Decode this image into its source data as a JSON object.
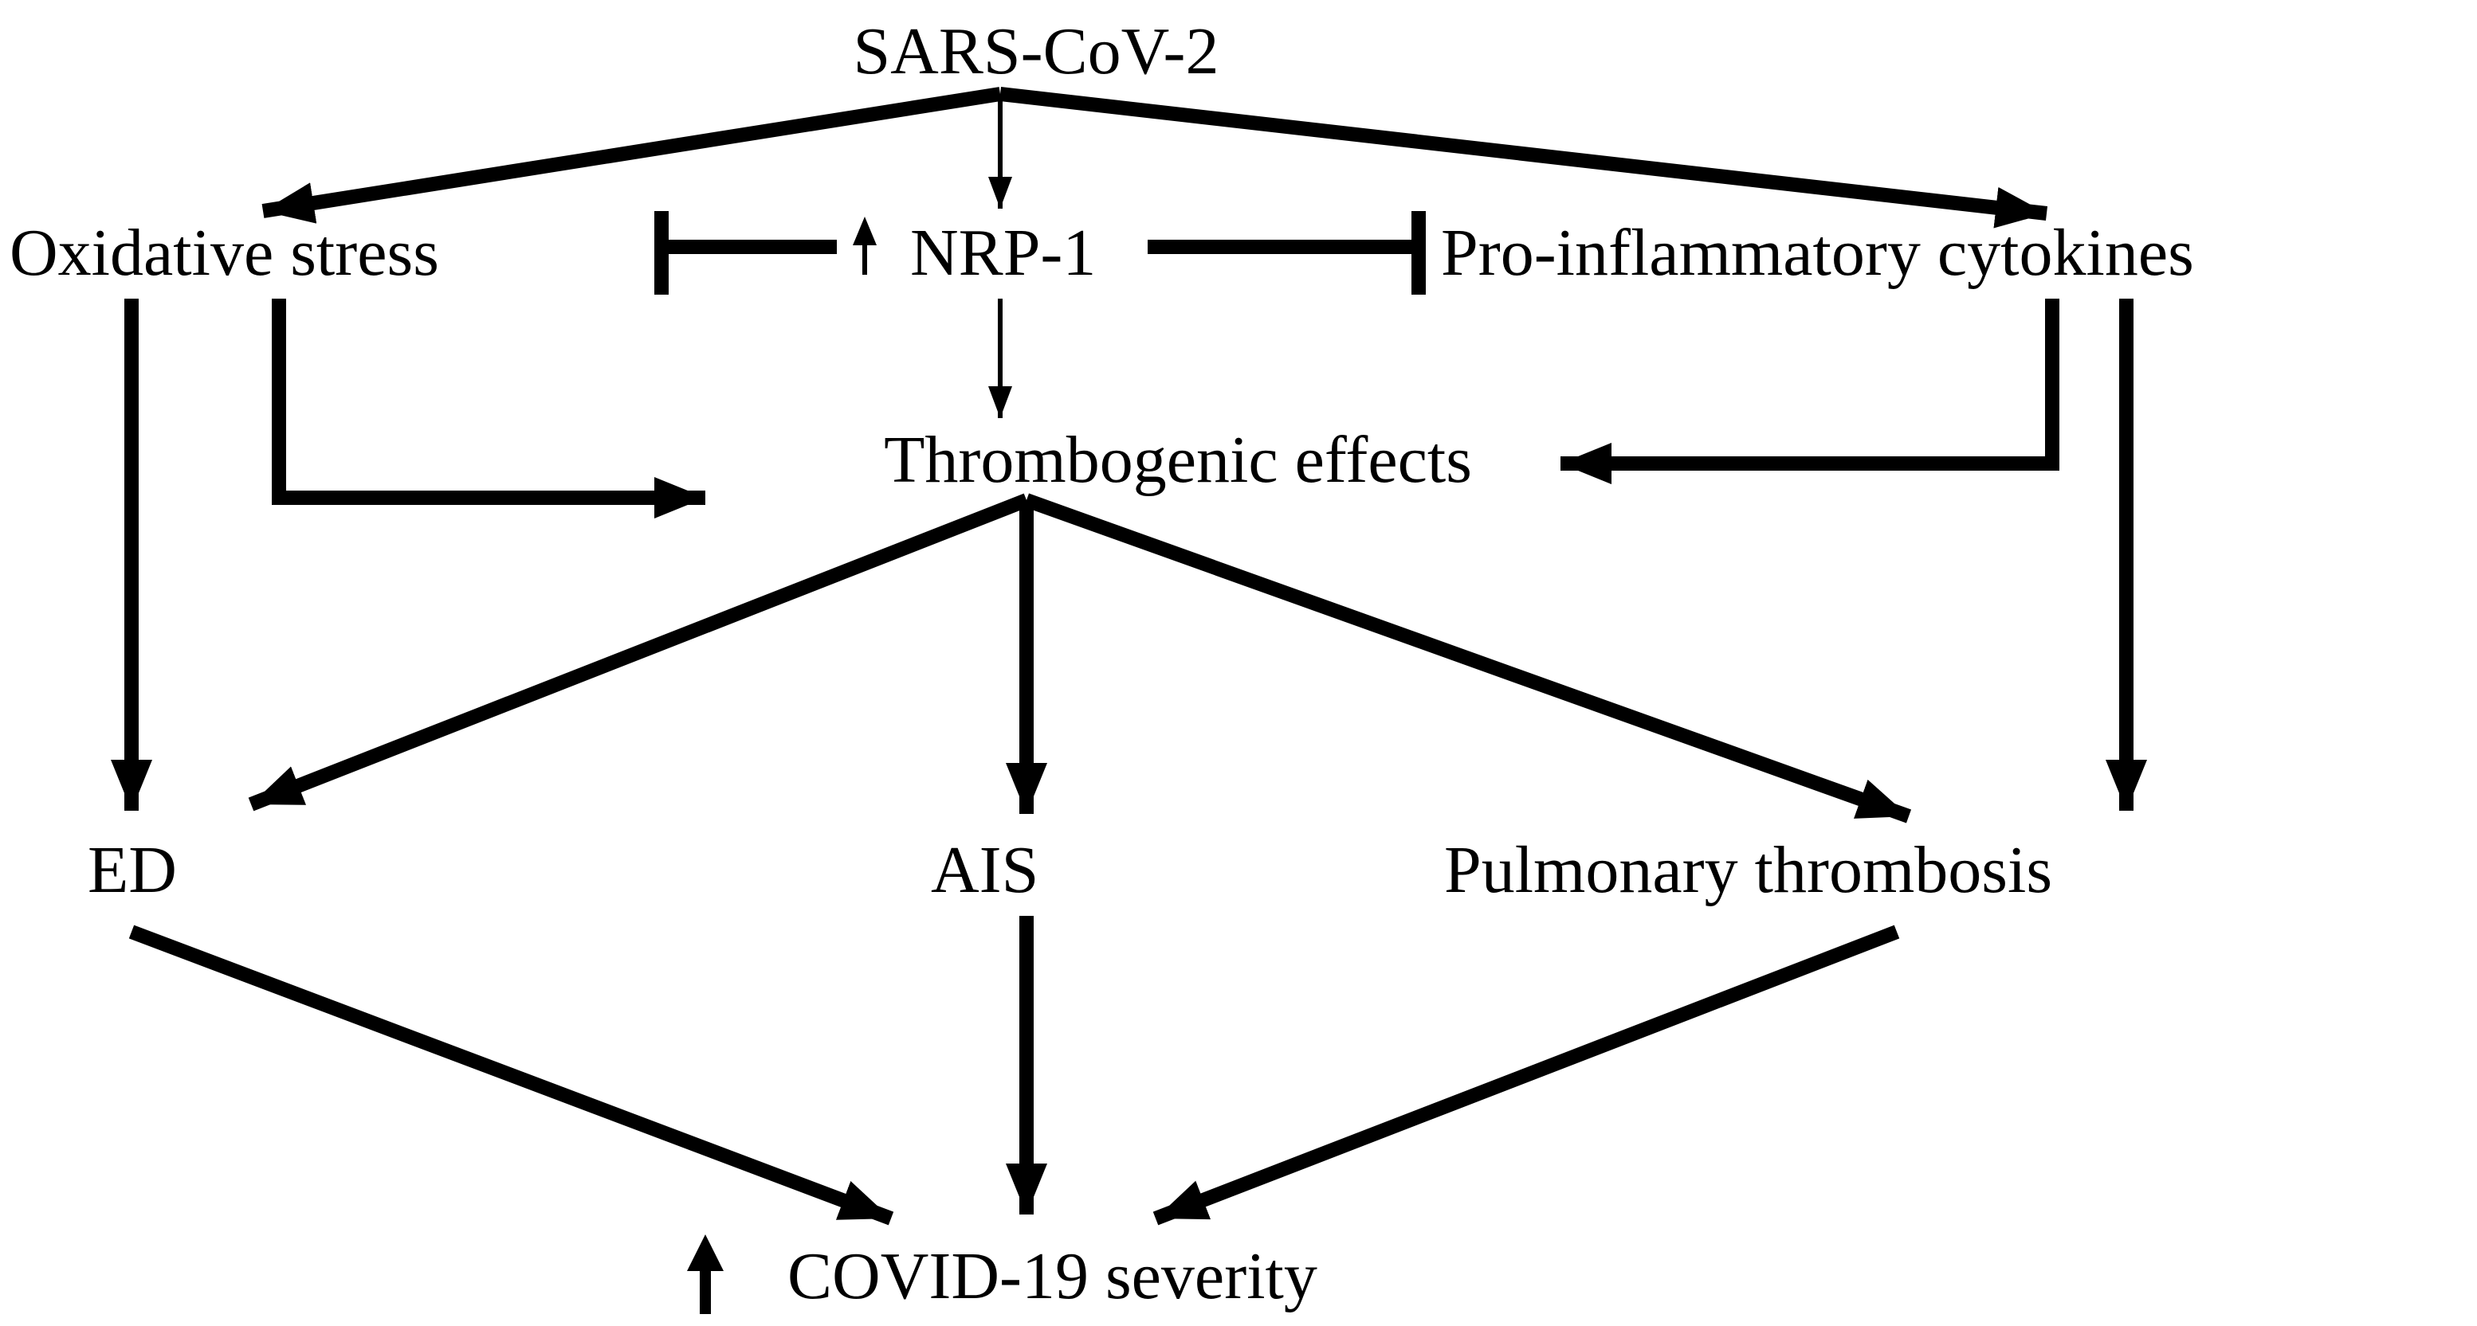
{
  "nodes": {
    "sars": "SARS-CoV-2",
    "oxidative": "Oxidative stress",
    "nrp1": "NRP-1",
    "cytokines": "Pro-inflammatory cytokines",
    "thrombogenic": "Thrombogenic effects",
    "ed": "ED",
    "ais": "AIS",
    "pulmonary": "Pulmonary thrombosis",
    "covid": "COVID-19 severity"
  },
  "colors": {
    "ink": "#000000",
    "background": "#ffffff"
  },
  "icons": {
    "nrp1_increase": "up-arrow-icon",
    "severity_increase": "up-arrow-icon"
  }
}
